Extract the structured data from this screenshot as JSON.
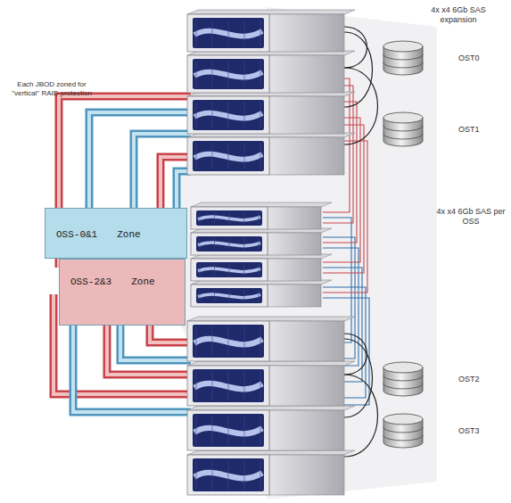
{
  "diagram": {
    "nodes": [
      {
        "text": [
          "OST0"
        ]
      },
      {
        "text": [
          "OST1"
        ]
      },
      {
        "text": [
          "OSS-0&1 Zone"
        ]
      },
      {
        "text": [
          "OSS-2&3 Zone"
        ]
      },
      {
        "text": [
          "OST2"
        ]
      },
      {
        "text": [
          "OST3"
        ]
      }
    ],
    "labels": [
      "4x x4 6Gb SAS expansion",
      "4x x4 6Gb SAS per OSS",
      "Each JBOD zoned for \"vertical\" RAID protection"
    ]
  }
}
